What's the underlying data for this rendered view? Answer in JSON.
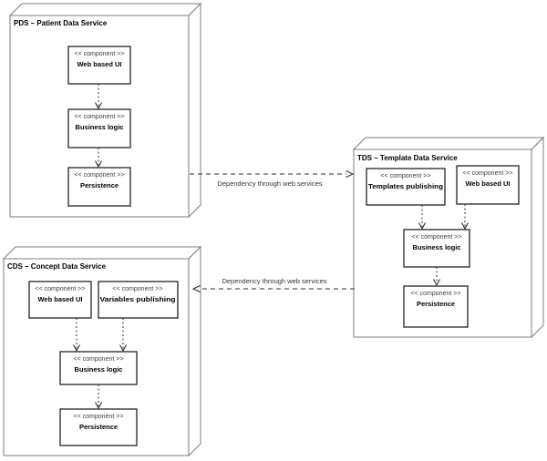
{
  "diagram": {
    "type": "uml-component-diagram",
    "colors": {
      "background": "#ffffff",
      "node_border": "#7d7d7d",
      "component_border": "#232323",
      "connector": "#2e2e2e",
      "text": "#000000",
      "stereotype_text": "#3e3e3e"
    }
  },
  "nodes": {
    "pds": {
      "title": "PDS – Patient Data Service",
      "components": [
        {
          "stereotype": "<< component >>",
          "name": "Web based UI"
        },
        {
          "stereotype": "<< component >>",
          "name": "Business logic"
        },
        {
          "stereotype": "<< component >>",
          "name": "Persistence"
        }
      ]
    },
    "tds": {
      "title": "TDS – Template Data Service",
      "components": [
        {
          "stereotype": "<< component >>",
          "name": "Templates publishing"
        },
        {
          "stereotype": "<< component >>",
          "name": "Web based UI"
        },
        {
          "stereotype": "<< component >>",
          "name": "Business logic"
        },
        {
          "stereotype": "<< component >>",
          "name": "Persistence"
        }
      ]
    },
    "cds": {
      "title": "CDS – Concept Data Service",
      "components": [
        {
          "stereotype": "<< component >>",
          "name": "Web based UI"
        },
        {
          "stereotype": "<< component >>",
          "name": "Variables publishing"
        },
        {
          "stereotype": "<< component >>",
          "name": "Business logic"
        },
        {
          "stereotype": "<< component >>",
          "name": "Persistence"
        }
      ]
    }
  },
  "dependencies": [
    {
      "label": "Dependency through web services",
      "from": "pds",
      "to": "tds"
    },
    {
      "label": "Dependency through web services",
      "from": "tds",
      "to": "cds"
    }
  ]
}
